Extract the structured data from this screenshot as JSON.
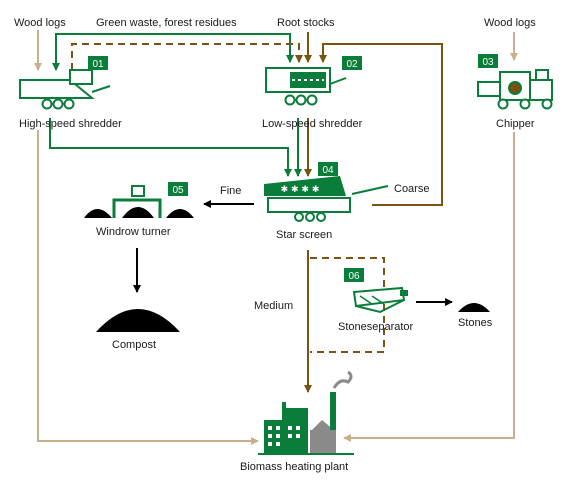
{
  "sources": {
    "wood_logs_left": "Wood logs",
    "green_waste": "Green waste, forest residues",
    "root_stocks": "Root stocks",
    "wood_logs_right": "Wood logs"
  },
  "machines": {
    "high_speed_shredder": {
      "num": "01",
      "label": "High-speed shredder"
    },
    "low_speed_shredder": {
      "num": "02",
      "label": "Low-speed shredder"
    },
    "chipper": {
      "num": "03",
      "label": "Chipper"
    },
    "star_screen": {
      "num": "04",
      "label": "Star screen"
    },
    "windrow_turner": {
      "num": "05",
      "label": "Windrow turner"
    },
    "stoneseparator": {
      "num": "06",
      "label": "Stoneseparator"
    }
  },
  "fractions": {
    "fine": "Fine",
    "coarse": "Coarse",
    "medium": "Medium"
  },
  "outputs": {
    "compost": "Compost",
    "stones": "Stones",
    "plant": "Biomass heating plant"
  },
  "colors": {
    "green": "#0b7d3a",
    "brown": "#7a5212",
    "tan": "#c8b08c",
    "black": "#000000"
  }
}
